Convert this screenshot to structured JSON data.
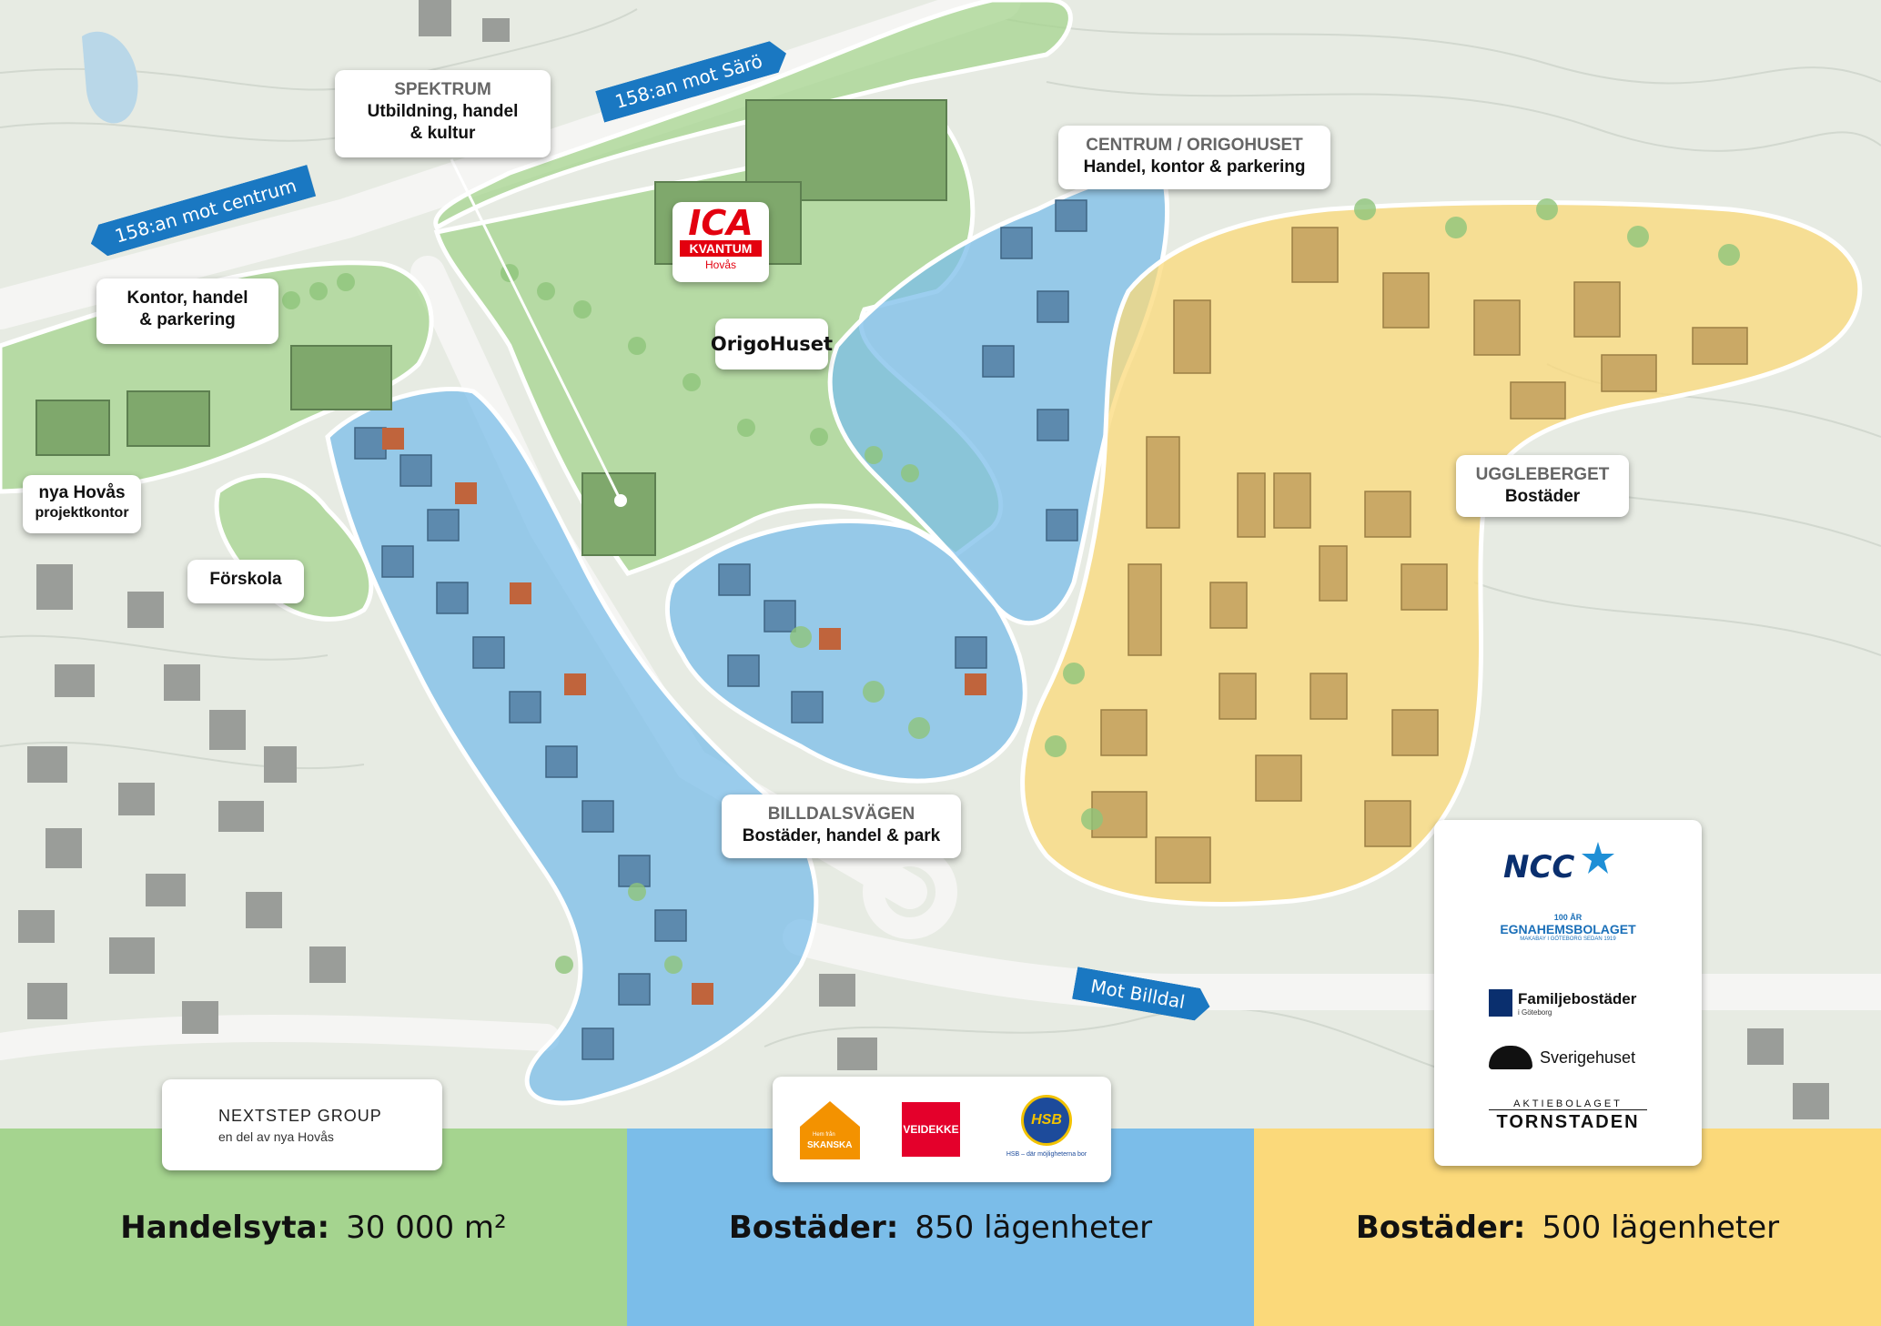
{
  "colors": {
    "retail_zone": "#a5d48f",
    "housing_blue_zone": "#7bbde9",
    "housing_yellow_zone": "#fbd97a",
    "road_sign": "#1a78c2"
  },
  "road_signs": {
    "saro": "158:an mot Särö",
    "centrum": "158:an mot centrum",
    "billdal": "Mot Billdal"
  },
  "callouts": {
    "spektrum": {
      "kicker": "SPEKTRUM",
      "line1": "Utbildning, handel",
      "line2": "& kultur"
    },
    "centrum": {
      "kicker": "CENTRUM / ORIGOHUSET",
      "line1": "Handel, kontor & parkering"
    },
    "kontor": {
      "line1": "Kontor, handel",
      "line2": "& parkering"
    },
    "nya_hovas": {
      "line1": "nya Hovås",
      "line2": "projektkontor"
    },
    "forskola": {
      "line1": "Förskola"
    },
    "uggleberget": {
      "kicker": "UGGLEBERGET",
      "line1": "Bostäder"
    },
    "billdalsvagen": {
      "kicker": "BILLDALSVÄGEN",
      "line1": "Bostäder, handel & park"
    }
  },
  "logos": {
    "ica": {
      "name": "ICA",
      "sub": "KVANTUM",
      "place": "Hovås"
    },
    "origohuset": "OrigoHuset",
    "nextstep": {
      "name": "NEXTSTEP GROUP",
      "sub": "en del av nya Hovås"
    },
    "skanska": {
      "small": "Hem från",
      "name": "SKANSKA"
    },
    "veidekke": "VEIDEKKE",
    "hsb": {
      "mark": "HSB",
      "tagline": "HSB – där möjligheterna bor"
    },
    "ncc": "NCC",
    "egnahem": {
      "name": "EGNAHEMSBOLAGET",
      "badge": "100 ÅR",
      "tagline": "MAKABAY I GÖTEBORG SEDAN 1919"
    },
    "familjebostader": {
      "name": "Familjebostäder",
      "sub": "i Göteborg"
    },
    "sverigehuset": "Sverigehuset",
    "tornstaden": {
      "small": "AKTIEBOLAGET",
      "name": "TORNSTADEN"
    }
  },
  "stats": [
    {
      "label": "Handelsyta:",
      "value": "30 000 m²"
    },
    {
      "label": "Bostäder:",
      "value": "850 lägenheter"
    },
    {
      "label": "Bostäder:",
      "value": "500 lägenheter"
    }
  ]
}
